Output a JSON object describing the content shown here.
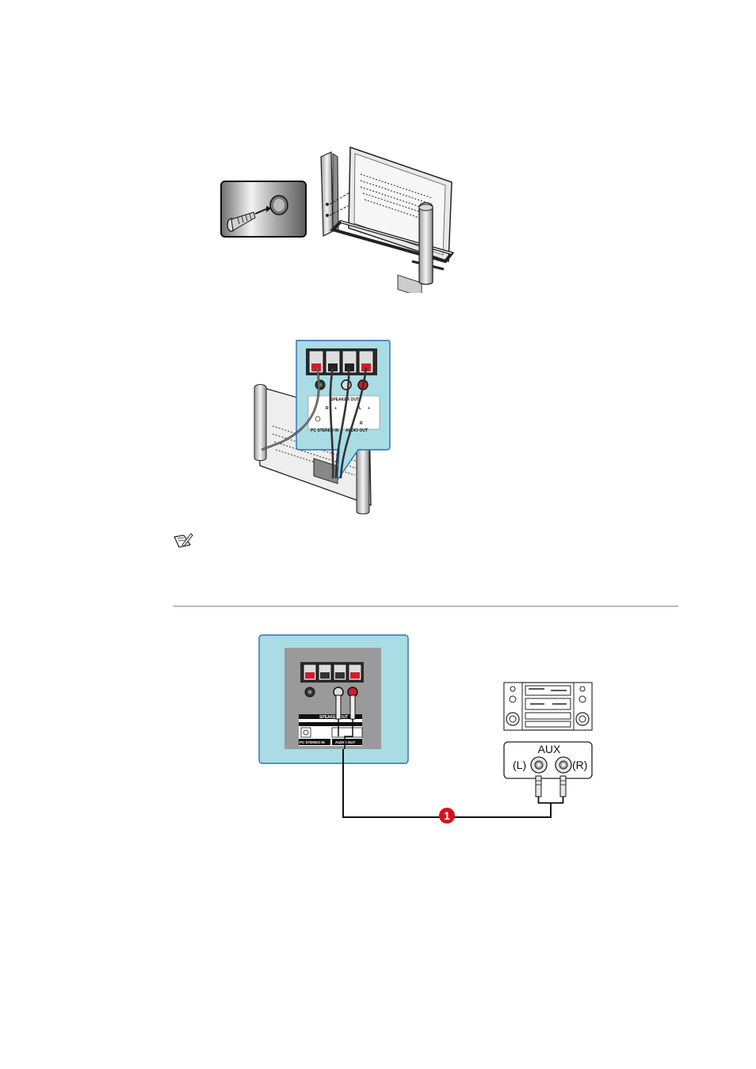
{
  "figure2": {
    "speaker_out": "SPEAKER OUT",
    "pc_stereo_in": "PC STEREO IN",
    "audio_out": "AUDIO OUT",
    "term_minus": "-",
    "term_r": "R",
    "term_l": "L",
    "term_plus": "+",
    "audio_r": "R"
  },
  "figure3": {
    "speaker_out": "SPEAKER OUT",
    "pc_stereo_in": "PC STEREO IN",
    "audio_out": "AUDIO OUT",
    "aux": "AUX",
    "left": "(L)",
    "right": "(R)",
    "callout": "1"
  },
  "colors": {
    "panel_blue": "#a9dce4",
    "jack_red": "#cc1f2b",
    "callout_red": "#d4111f"
  }
}
